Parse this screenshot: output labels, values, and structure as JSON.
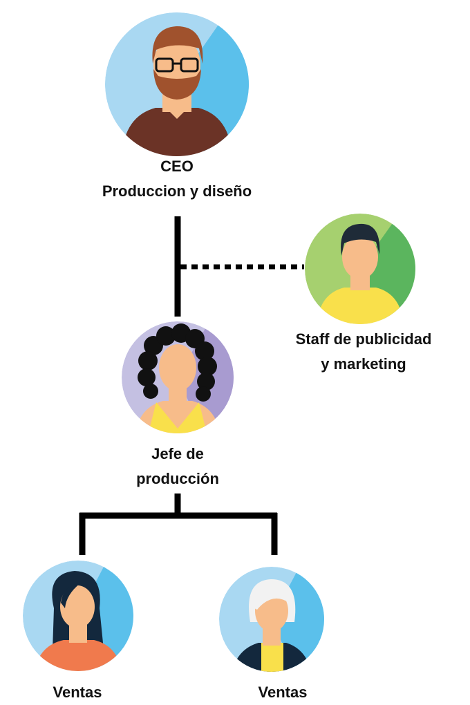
{
  "nodes": {
    "ceo": {
      "role": "CEO",
      "area": "Produccion y diseño"
    },
    "staff": {
      "line1": "Staff de publicidad",
      "line2": "y marketing"
    },
    "jefe": {
      "line1": "Jefe de",
      "line2": "producción"
    },
    "ventas_left": {
      "label": "Ventas"
    },
    "ventas_right": {
      "label": "Ventas"
    }
  },
  "colors": {
    "connector": "#000000",
    "ceo_bg": "#5bc0eb",
    "staff_bg": "#8ec65a",
    "jefe_bg": "#a89bd0",
    "ventas_left_bg": "#5bc0eb",
    "ventas_right_bg": "#5bc0eb",
    "skin": "#f7bc8a"
  },
  "icons": {
    "ceo": "bearded-man-with-glasses-icon",
    "staff": "young-man-icon",
    "jefe": "curly-haired-woman-icon",
    "ventas_left": "long-haired-woman-icon",
    "ventas_right": "gray-haired-woman-icon"
  }
}
